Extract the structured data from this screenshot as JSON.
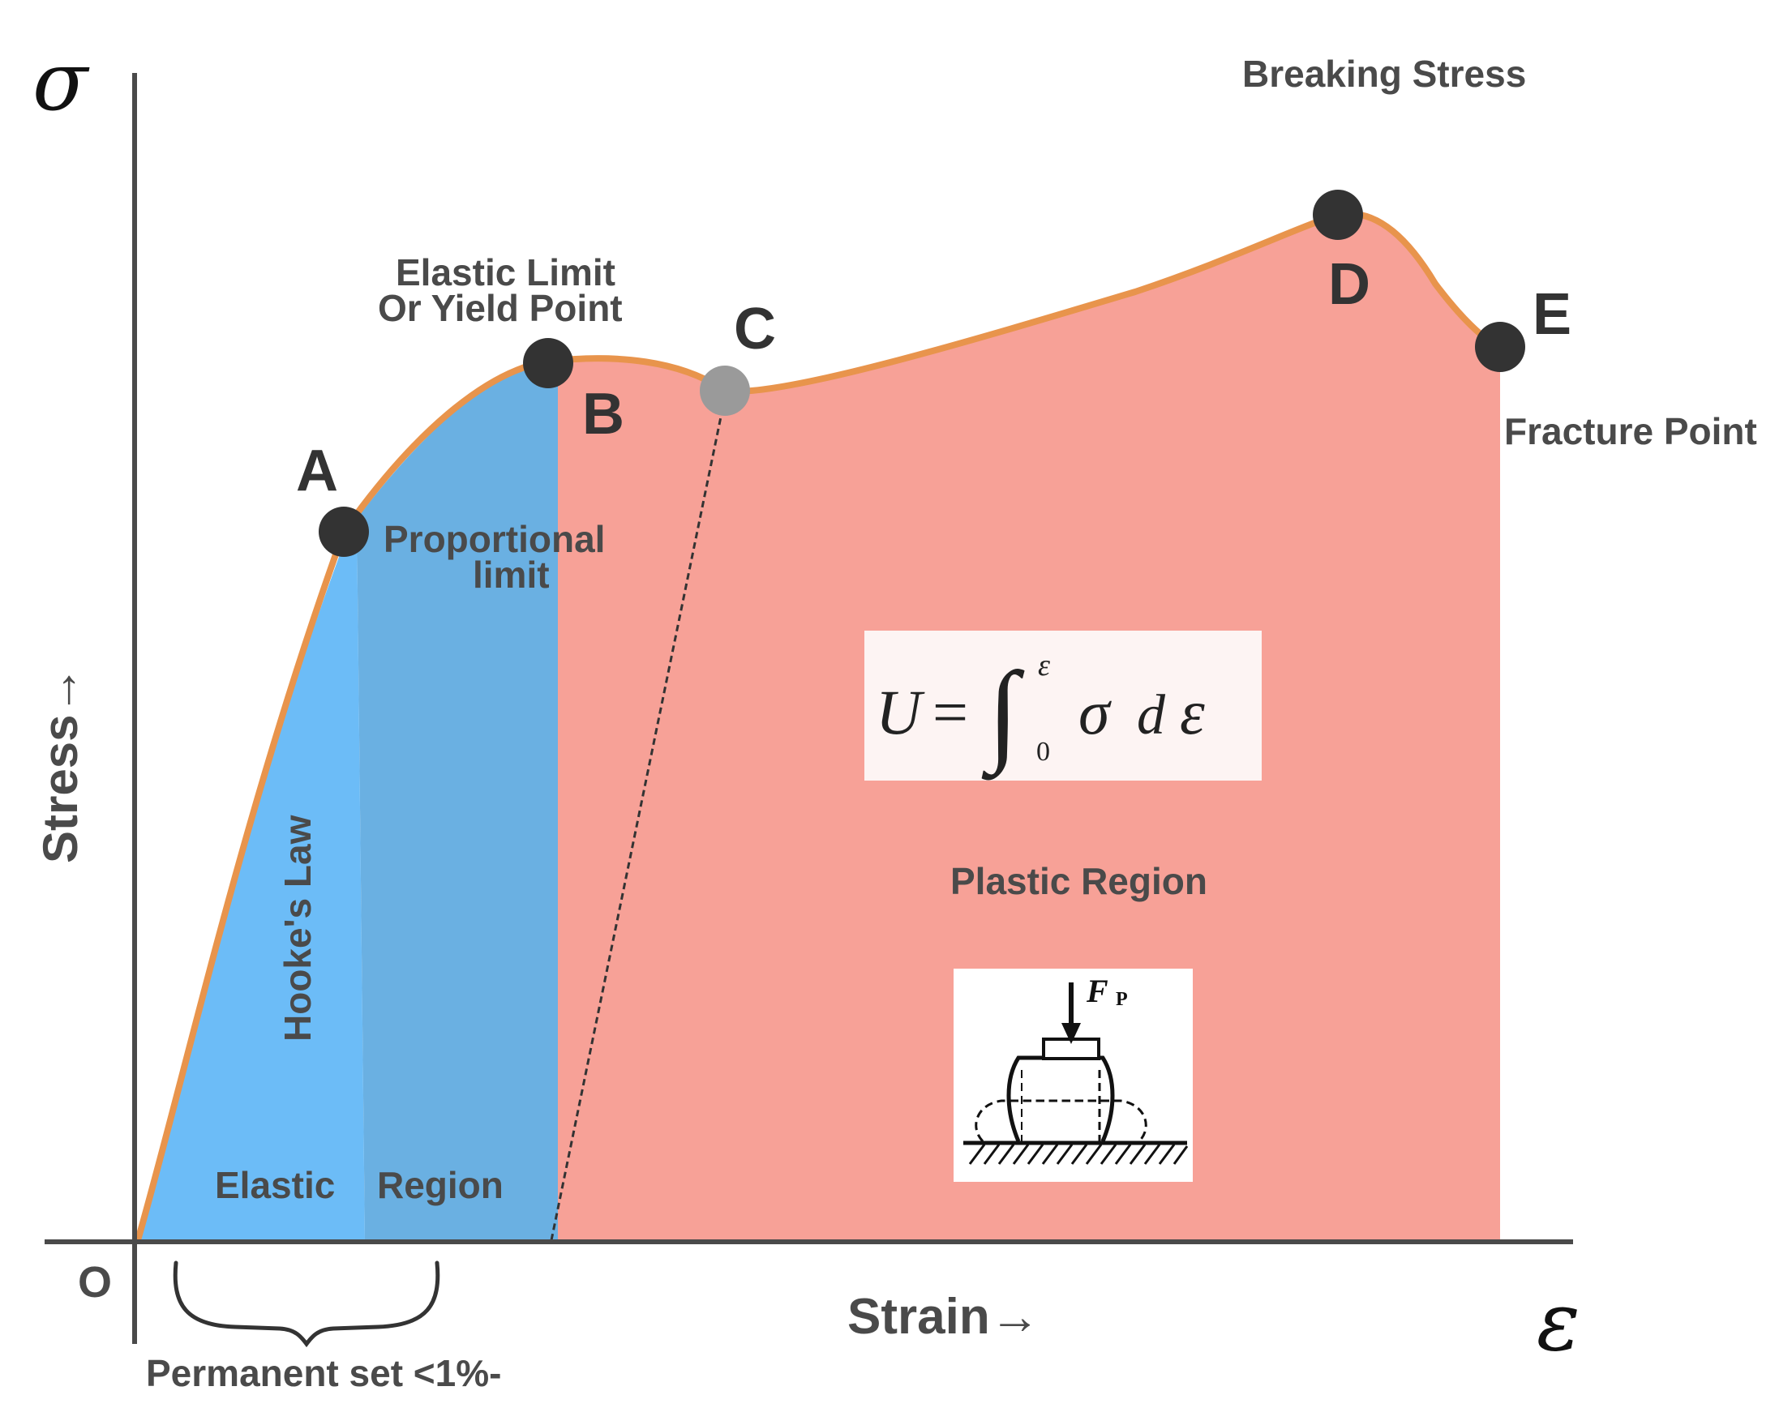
{
  "colors": {
    "elastic_light": "#6cbcf7",
    "elastic_dark": "#6ab0e2",
    "plastic": "#f7a197",
    "curve": "#e8944c",
    "point_dark": "#333333",
    "point_gray": "#9a9a9a",
    "axis": "#4a4a4a",
    "formula_box": "#fdf4f3"
  },
  "axes": {
    "y_symbol": "σ",
    "x_symbol": "ε",
    "origin_label": "O",
    "y_label": "Stress→",
    "x_label": "Strain→"
  },
  "points": {
    "A": "A",
    "B": "B",
    "C": "C",
    "D": "D",
    "E": "E"
  },
  "annotations": {
    "breaking_stress": "Breaking Stress",
    "elastic_limit_line1": "Elastic Limit",
    "elastic_limit_line2": "Or Yield Point",
    "proportional_line1": "Proportional",
    "proportional_line2": "limit",
    "fracture_point": "Fracture Point",
    "hookes_law": "Hooke's Law",
    "elastic": "Elastic",
    "region": "Region",
    "plastic_region": "Plastic Region",
    "permanent_set": "Permanent set <1%-"
  },
  "formula": {
    "lhs": "U",
    "equals": "=",
    "integral": "∫",
    "upper": "ε",
    "lower": "0",
    "integrand": "σ",
    "d": "d",
    "var": "ε"
  },
  "inset": {
    "force_label": "F",
    "force_subscript": "P"
  }
}
